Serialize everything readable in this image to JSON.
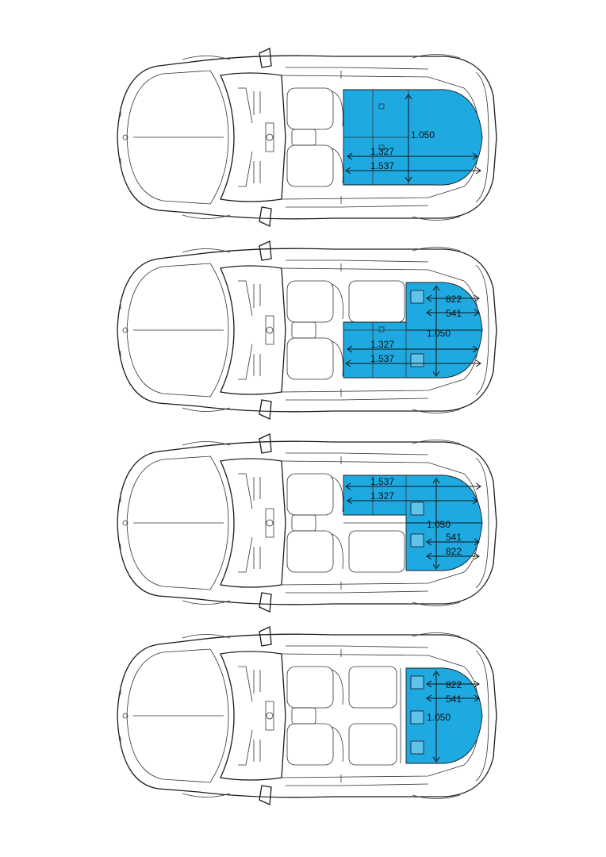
{
  "colors": {
    "cargo_area": "#1fa9e1",
    "outline": "#1a1a1a",
    "background": "#ffffff"
  },
  "diagrams": [
    {
      "labels": {
        "length": "1.050",
        "width_inner": "1.327",
        "width_outer": "1.537"
      }
    },
    {
      "labels": {
        "seat_width_a": "822",
        "seat_width_b": "541",
        "length": "1.050",
        "width_inner": "1.327",
        "width_outer": "1.537"
      }
    },
    {
      "labels": {
        "width_outer": "1.537",
        "width_inner": "1.327",
        "length": "1.050",
        "seat_width_b": "541",
        "seat_width_a": "822"
      }
    },
    {
      "labels": {
        "seat_width_a": "822",
        "seat_width_b": "541",
        "length": "1.050"
      }
    }
  ]
}
